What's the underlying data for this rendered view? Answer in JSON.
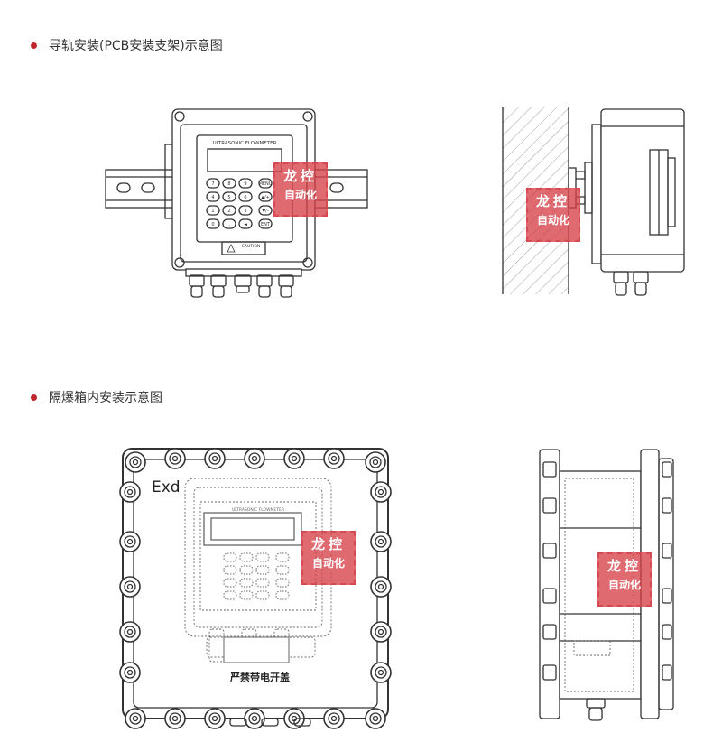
{
  "sections": [
    {
      "title": "导轨安装(PCB安装支架)示意图"
    },
    {
      "title": "隔爆箱内安装示意图"
    }
  ],
  "device": {
    "panel_title": "ULTRASONIC FLOWMETER",
    "caution": "CAUTION",
    "keys": [
      "7",
      "8",
      "9",
      "MENU",
      "4",
      "5",
      "6",
      "▲/+",
      "1",
      "2",
      "3",
      "▼/-",
      "0",
      ".",
      "◄",
      "ENT"
    ]
  },
  "enclosure": {
    "mark": "Exd",
    "warning": "严禁带电开盖",
    "panel_title": "ULTRASONIC FLOWMETER"
  },
  "watermark": {
    "line1": "龙控",
    "line2": "自动化"
  },
  "colors": {
    "accent": "#c0262d",
    "line": "#333333",
    "watermark": "#d64048"
  }
}
